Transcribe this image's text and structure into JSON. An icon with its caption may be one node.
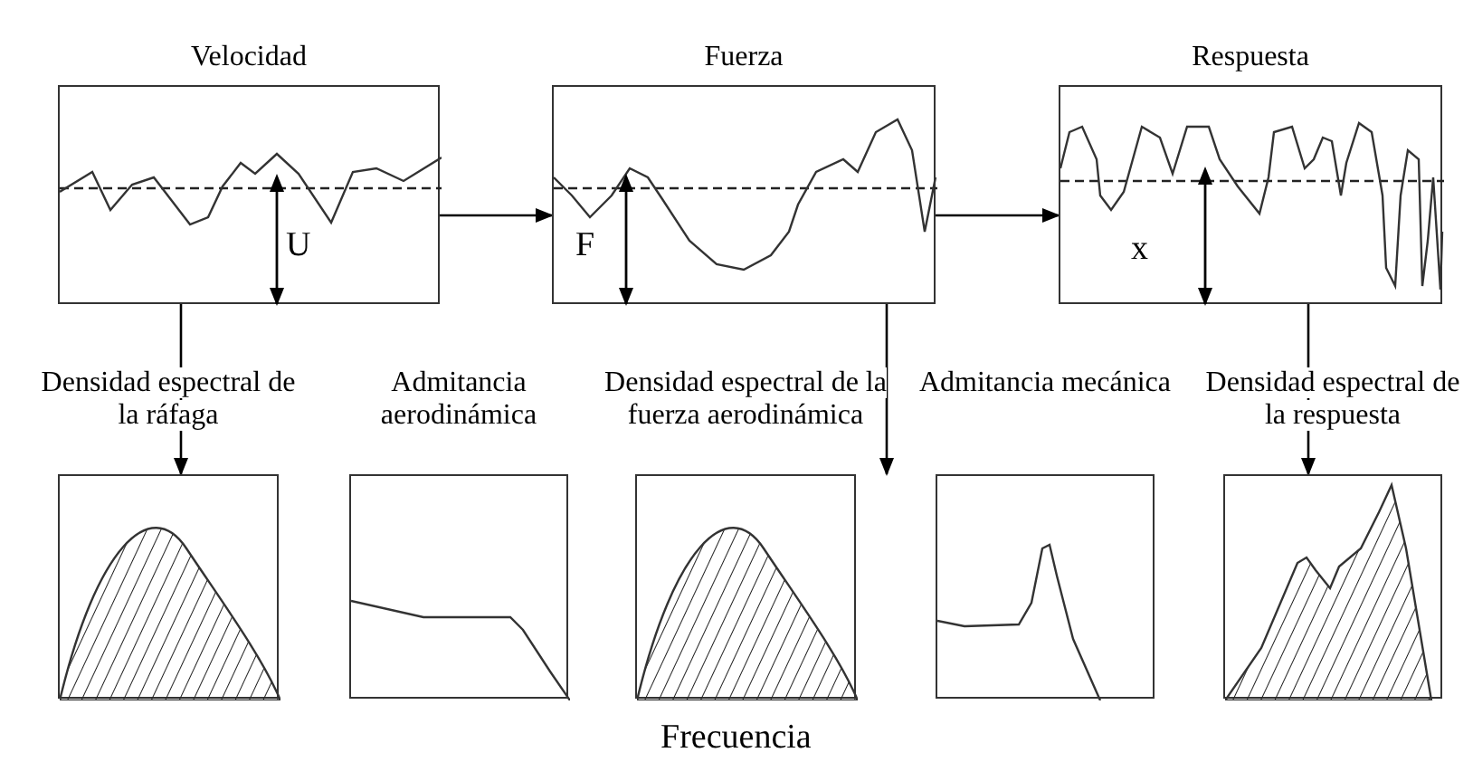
{
  "diagram": {
    "nodes": [
      {
        "text": [
          "Velocidad"
        ]
      },
      {
        "text": [
          "Fuerza"
        ]
      },
      {
        "text": [
          "Respuesta"
        ]
      },
      {
        "text": [
          "Densidad espectral de la ráfaga"
        ]
      },
      {
        "text": [
          "Admitancia aerodinámica"
        ]
      },
      {
        "text": [
          "Densidad espectral de la fuerza aerodinámica"
        ]
      },
      {
        "text": [
          "Admitancia mecánica"
        ]
      },
      {
        "text": [
          "Densidad espectral de la respuesta"
        ]
      }
    ],
    "edges": [
      {
        "from": 0,
        "to": 1,
        "arrow": "to"
      },
      {
        "from": 1,
        "to": 2,
        "arrow": "to"
      },
      {
        "from": 0,
        "to": 3,
        "arrow": "to"
      },
      {
        "from": 1,
        "to": 5,
        "arrow": "to"
      },
      {
        "from": 2,
        "to": 7,
        "arrow": "to"
      }
    ],
    "labels": [
      "U",
      "F",
      "x",
      "Frecuencia"
    ]
  }
}
